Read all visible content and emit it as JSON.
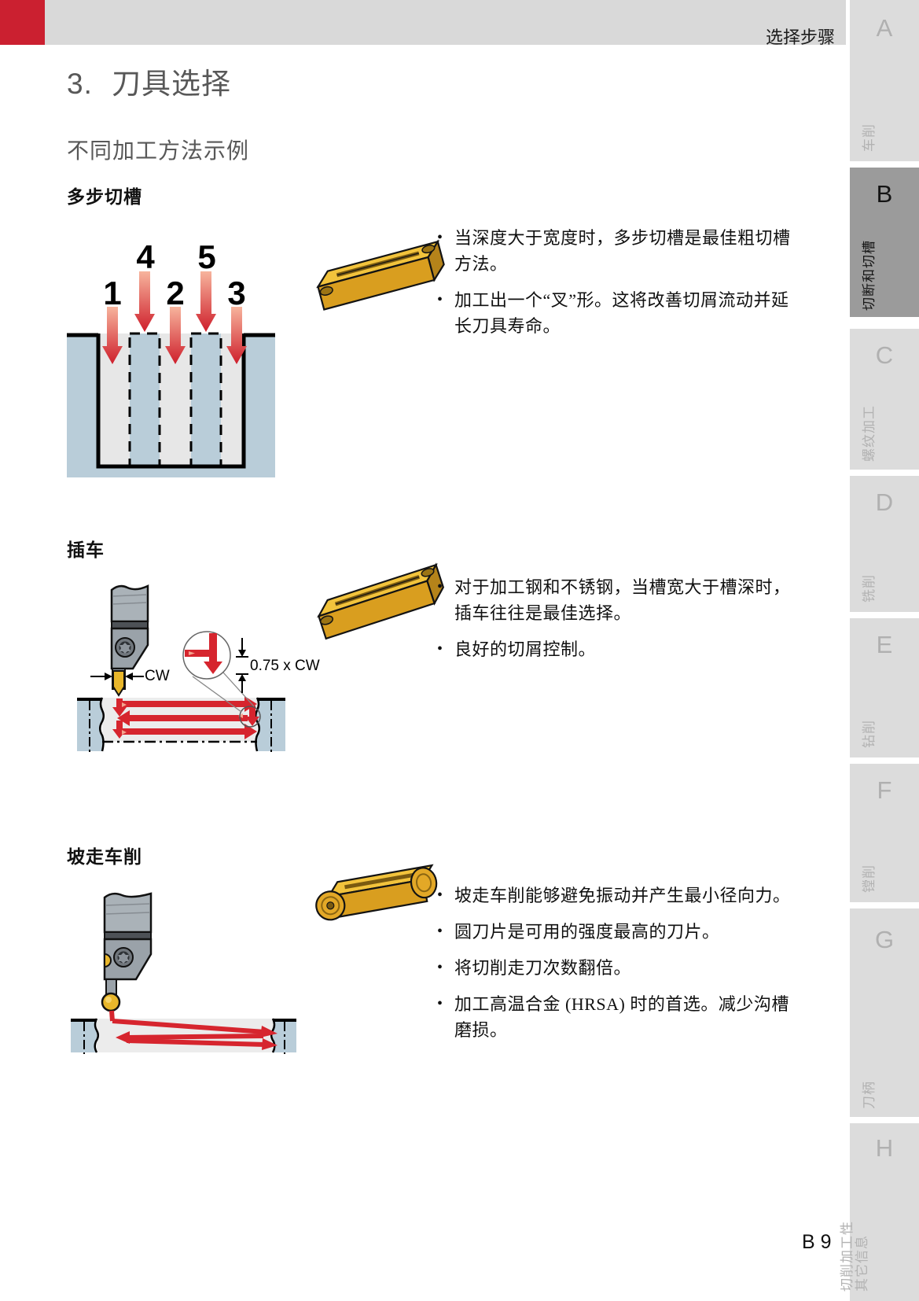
{
  "header": {
    "breadcrumb": "选择步骤"
  },
  "title": {
    "number": "3.",
    "text": "刀具选择"
  },
  "subtitle": "不同加工方法示例",
  "sections": {
    "multistep": {
      "heading": "多步切槽",
      "steps": [
        "1",
        "4",
        "2",
        "5",
        "3"
      ],
      "bullets": [
        "当深度大于宽度时，多步切槽是最佳粗切槽方法。",
        "加工出一个“叉”形。这将改善切屑流动并延长刀具寿命。"
      ]
    },
    "plunge": {
      "heading": "插车",
      "label_cw": "CW",
      "label_dim": "0.75 x CW",
      "bullets": [
        "对于加工钢和不锈钢，当槽宽大于槽深时，插车往往是最佳选择。",
        "良好的切屑控制。"
      ]
    },
    "ramping": {
      "heading": "坡走车削",
      "bullets": [
        "坡走车削能够避免振动并产生最小径向力。",
        "圆刀片是可用的强度最高的刀片。",
        "将切削走刀次数翻倍。",
        "加工高温合金 (HRSA) 时的首选。减少沟槽磨损。"
      ]
    }
  },
  "sidebar": {
    "tabs": [
      {
        "letter": "A",
        "label": "车削"
      },
      {
        "letter": "B",
        "label": "切断和切槽",
        "active": true
      },
      {
        "letter": "C",
        "label": "螺纹加工"
      },
      {
        "letter": "D",
        "label": "铣削"
      },
      {
        "letter": "E",
        "label": "钻削"
      },
      {
        "letter": "F",
        "label": "镗削"
      },
      {
        "letter": "G",
        "label": "刀柄"
      },
      {
        "letter": "H",
        "label": "切削加工性",
        "label2": "其它信息"
      }
    ]
  },
  "footer": {
    "page_number": "B 9"
  },
  "colors": {
    "accent_red": "#cb2030",
    "arrow_red": "#d6252e",
    "workpiece_blue": "#b9cdd9",
    "insert_gold": "#e2a427",
    "active_tab_bg": "#9b9b9b"
  }
}
